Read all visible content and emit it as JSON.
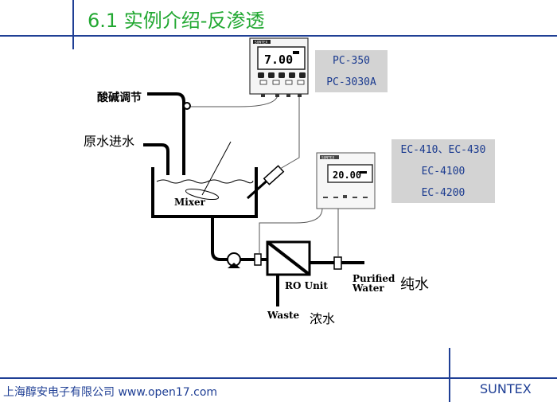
{
  "header": {
    "title": "6.1  实例介绍-反渗透"
  },
  "instrument_pc": {
    "display": "7.00",
    "brand": "SUNTEX",
    "models": [
      "PC-350",
      "PC-3030A"
    ]
  },
  "instrument_ec": {
    "display": "20.00",
    "brand": "SUNTEX",
    "models": [
      "EC-410、EC-430",
      "EC-4100",
      "EC-4200"
    ]
  },
  "labels": {
    "acid_base": "酸碱调节",
    "raw_water": "原水进水",
    "mixer": "Mixer",
    "ro_unit": "RO Unit",
    "purified_line1": "Purified",
    "purified_line2": "Water",
    "pure_water": "纯水",
    "waste": "Waste",
    "concentrate": "浓水"
  },
  "footer": {
    "company": "上海醇安电子有限公司 www.open17.com",
    "brand": "SUNTEX"
  },
  "colors": {
    "title": "#22a832",
    "footer": "#1f3f95",
    "rule": "#1f3f95",
    "info_box": "#d3d3d3"
  }
}
